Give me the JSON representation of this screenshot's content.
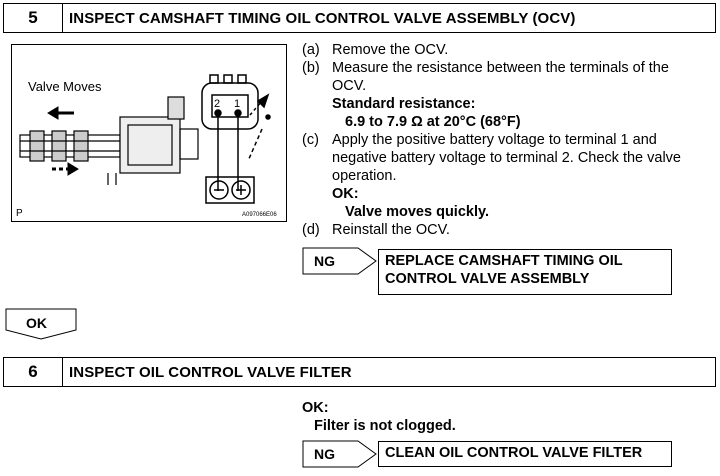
{
  "step5": {
    "number": "5",
    "title": "INSPECT CAMSHAFT TIMING OIL CONTROL VALVE ASSEMBLY (OCV)",
    "figure": {
      "label": "Valve Moves",
      "terminal_2": "2",
      "terminal_1": "1",
      "corner_letter": "P",
      "figure_code": "A097066E06"
    },
    "items": [
      {
        "label": "(a)",
        "text": "Remove the OCV."
      },
      {
        "label": "(b)",
        "text": "Measure the resistance between the terminals of the OCV."
      },
      {
        "label": "(c)",
        "text": "Apply the positive battery voltage to terminal 1 and negative battery voltage to terminal 2. Check the valve operation."
      },
      {
        "label": "(d)",
        "text": "Reinstall the OCV."
      }
    ],
    "standard_label": "Standard resistance:",
    "standard_value": "6.9 to 7.9 Ω at 20°C (68°F)",
    "ok_label": "OK:",
    "ok_value": "Valve moves quickly.",
    "ng_label": "NG",
    "ng_result": "REPLACE CAMSHAFT TIMING OIL CONTROL VALVE ASSEMBLY"
  },
  "flow_ok": "OK",
  "step6": {
    "number": "6",
    "title": "INSPECT OIL CONTROL VALVE FILTER",
    "ok_label": "OK:",
    "ok_value": "Filter is not clogged.",
    "ng_label": "NG",
    "ng_result": "CLEAN OIL CONTROL VALVE FILTER"
  }
}
